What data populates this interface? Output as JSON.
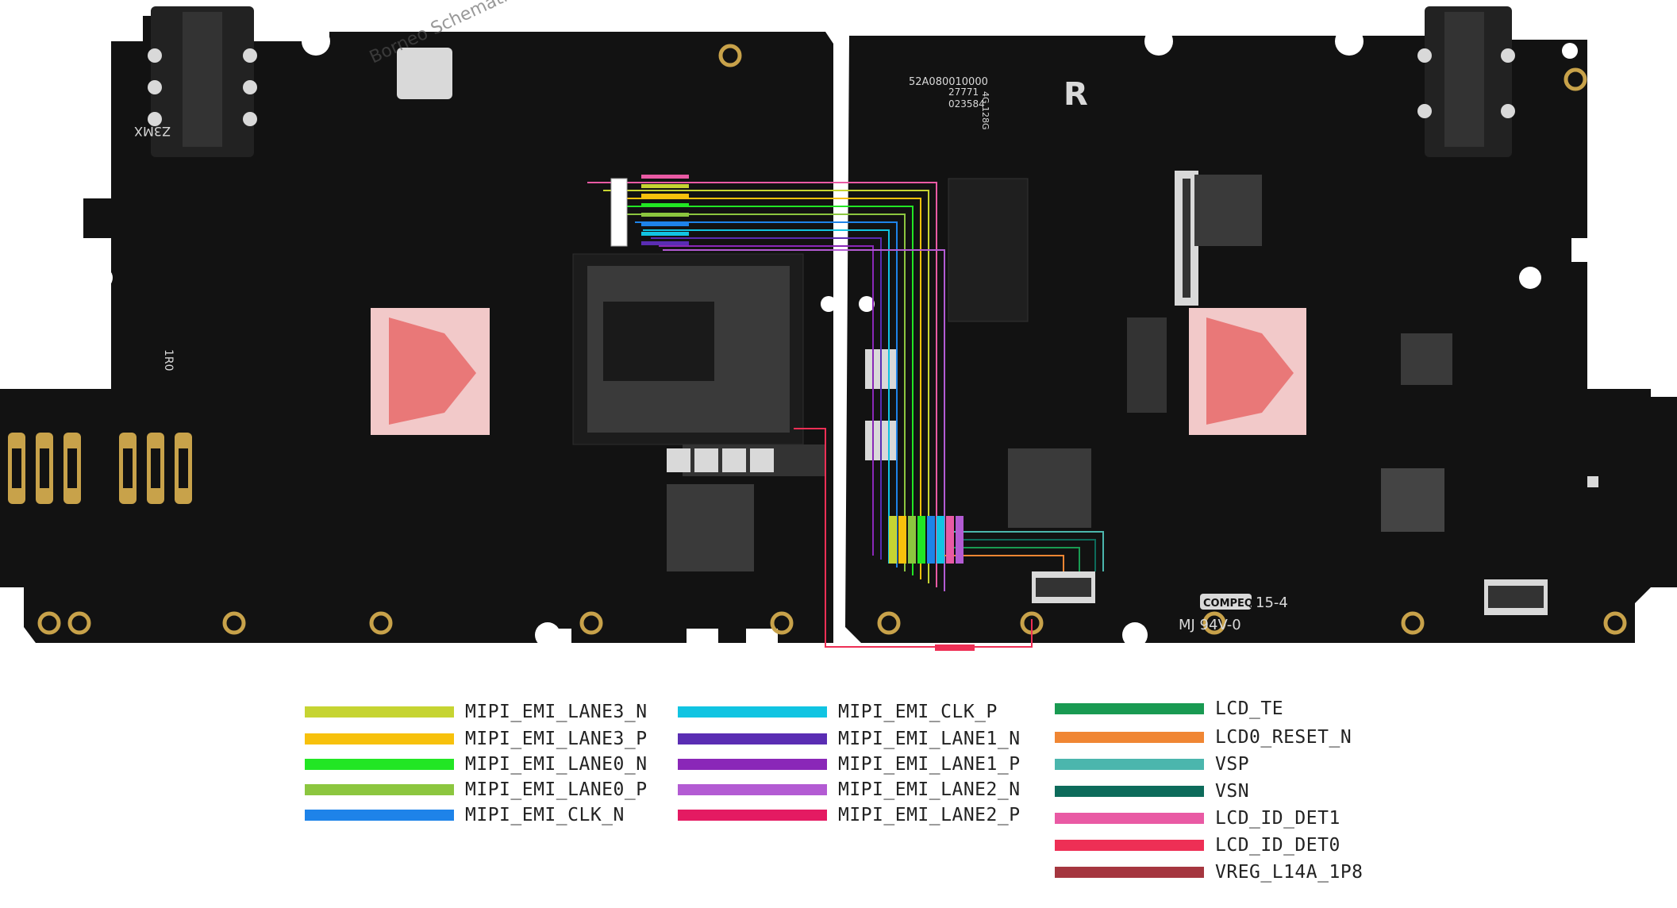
{
  "board": {
    "left_silk": {
      "brand_watermark": "Borneo Schematics",
      "marking_1r0": "1R0",
      "marking_z3mx": "Z3MX"
    },
    "right_silk": {
      "letter_r": "R",
      "serial_1": "52A080010000",
      "serial_2": "4G 128G",
      "serial_3": "27771",
      "serial_4": "023584",
      "compeq": "COMPEQ",
      "date_code": "15-4",
      "mj_code": "MJ 94V-0"
    }
  },
  "colors": {
    "board": "#121212",
    "pad": "#d9d9d9",
    "gold": "#c8a24a",
    "hole": "#ffffff",
    "highlight": "#f2c9c9"
  },
  "legend": {
    "columns": [
      {
        "items": [
          {
            "label": "MIPI_EMI_LANE3_N",
            "color": "#c6d432"
          },
          {
            "label": "MIPI_EMI_LANE3_P",
            "color": "#f7c10c"
          },
          {
            "label": "MIPI_EMI_LANE0_N",
            "color": "#22e624"
          },
          {
            "label": "MIPI_EMI_LANE0_P",
            "color": "#8cc63f"
          },
          {
            "label": "MIPI_EMI_CLK_N",
            "color": "#1e83e9"
          }
        ]
      },
      {
        "items": [
          {
            "label": "MIPI_EMI_CLK_P",
            "color": "#11c4e2"
          },
          {
            "label": "MIPI_EMI_LANE1_N",
            "color": "#5a2db3"
          },
          {
            "label": "MIPI_EMI_LANE1_P",
            "color": "#8a27b8"
          },
          {
            "label": "MIPI_EMI_LANE2_N",
            "color": "#b35bd3"
          },
          {
            "label": "MIPI_EMI_LANE2_P",
            "color": "#e41a62"
          }
        ]
      },
      {
        "items": [
          {
            "label": "LCD_TE",
            "color": "#199a52"
          },
          {
            "label": "LCD0_RESET_N",
            "color": "#f08633"
          },
          {
            "label": "VSP",
            "color": "#4bb6ad"
          },
          {
            "label": "VSN",
            "color": "#0d6b5b"
          },
          {
            "label": "LCD_ID_DET1",
            "color": "#e95aa4"
          },
          {
            "label": "LCD_ID_DET0",
            "color": "#ee2f55"
          },
          {
            "label": "VREG_L14A_1P8",
            "color": "#a5363f"
          }
        ]
      }
    ]
  }
}
